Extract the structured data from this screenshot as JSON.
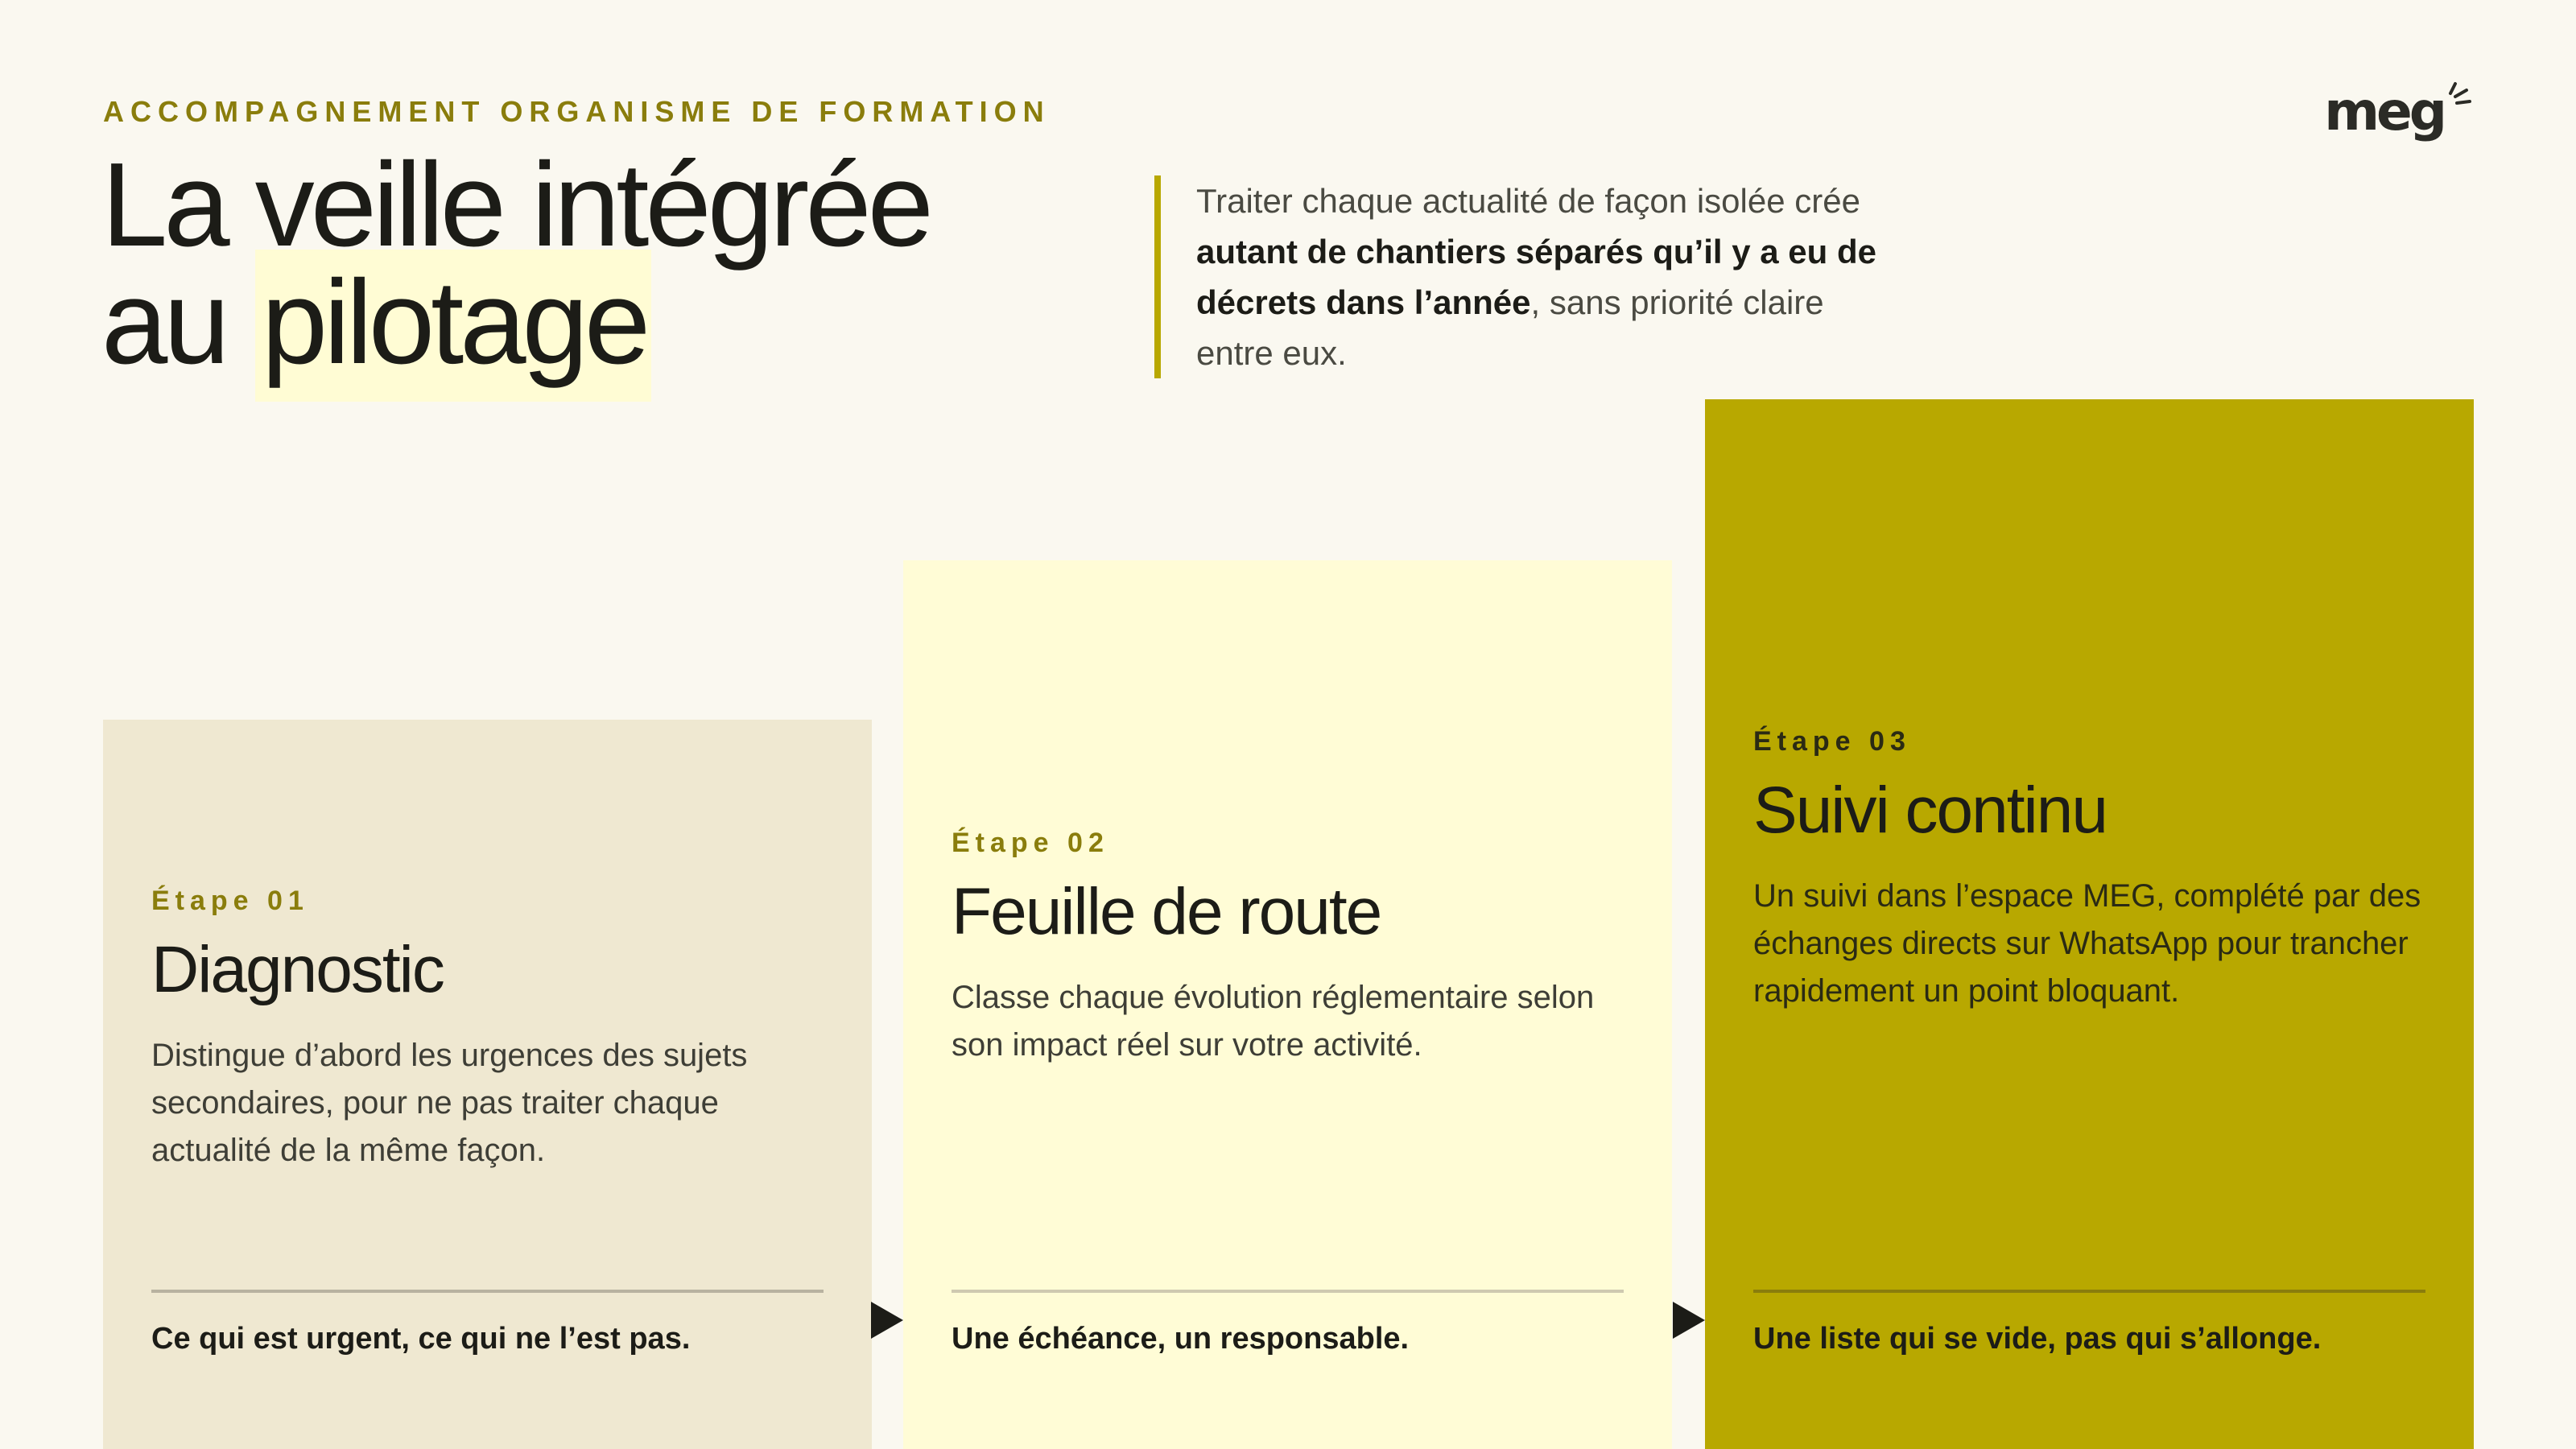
{
  "header": {
    "eyebrow": "ACCOMPAGNEMENT ORGANISME DE FORMATION",
    "title_line1": "La veille intégrée",
    "title_line2_plain": "au ",
    "title_line2_highlight": "pilotage",
    "logo": "meg"
  },
  "intro": {
    "part1": "Traiter chaque actualité de façon isolée crée ",
    "bold": "autant de chantiers séparés qu’il y a eu de décrets dans l’année",
    "part2": ", sans priorité claire entre eux."
  },
  "steps": [
    {
      "label": "Étape 01",
      "title": "Diagnostic",
      "body": "Distingue d’abord les urgences des sujets secondaires, pour ne pas traiter chaque actualité de la même façon.",
      "tagline": "Ce qui est urgent, ce qui ne l’est pas."
    },
    {
      "label": "Étape 02",
      "title": "Feuille de route",
      "body": "Classe chaque évolution réglementaire selon son impact réel sur votre activité.",
      "tagline": "Une échéance, un responsable."
    },
    {
      "label": "Étape 03",
      "title": "Suivi continu",
      "body": "Un suivi dans l’espace MEG, complété par des échanges directs sur WhatsApp pour trancher rapidement un point bloquant.",
      "tagline": "Une liste qui se vide, pas qui s’allonge."
    }
  ],
  "colors": {
    "background": "#faf8f0",
    "accent": "#b8a800",
    "eyebrow": "#8a7d0c",
    "card1": "#efe8d1",
    "card2": "#fffcd6",
    "card3": "#b8a800"
  }
}
